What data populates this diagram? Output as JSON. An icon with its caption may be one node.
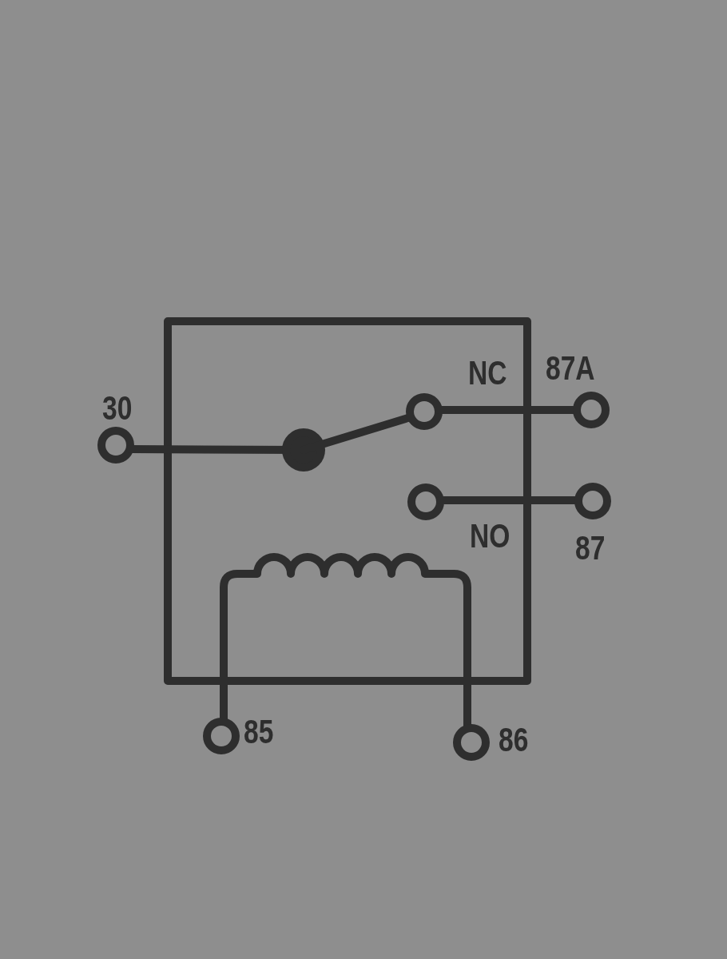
{
  "diagram": {
    "labels": [
      "NC",
      "87A",
      "30",
      "NO",
      "87",
      "85",
      "86"
    ]
  }
}
